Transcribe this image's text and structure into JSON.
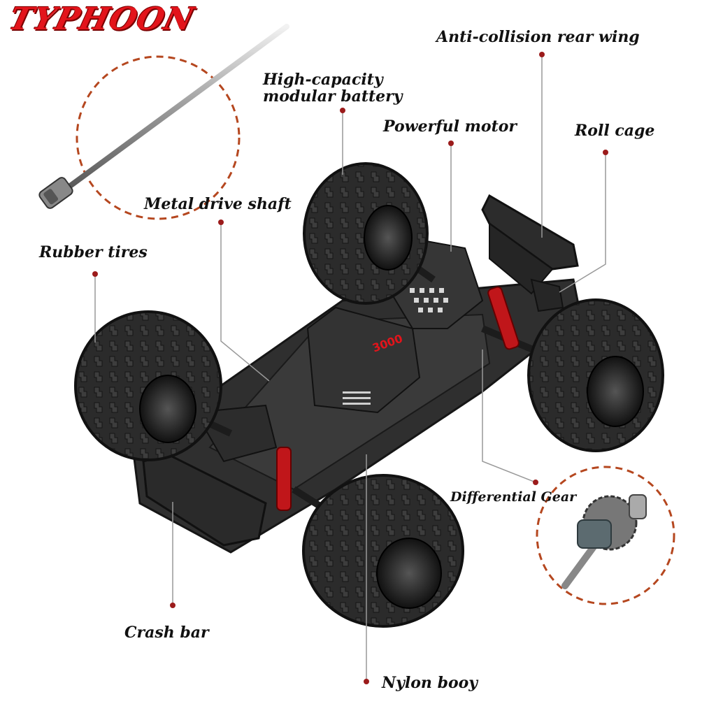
{
  "brand": {
    "name": "TYPHOON",
    "color": "#e3141b"
  },
  "accent_colors": {
    "dashed_circle": "#b5471f",
    "callout_line": "#999999",
    "callout_dot": "#9b1b1b",
    "car_body": "#2a2a2a",
    "shock": "#c0161a"
  },
  "callouts": {
    "rear_wing": "Anti-collision rear wing",
    "battery_line1": "High-capacity",
    "battery_line2": "modular battery",
    "motor": "Powerful motor",
    "roll_cage": "Roll cage",
    "drive_shaft": "Metal drive shaft",
    "tires": "Rubber tires",
    "differential": "Differential Gear",
    "crash_bar": "Crash bar",
    "nylon_body": "Nylon booy"
  },
  "battery_badge": "3000"
}
